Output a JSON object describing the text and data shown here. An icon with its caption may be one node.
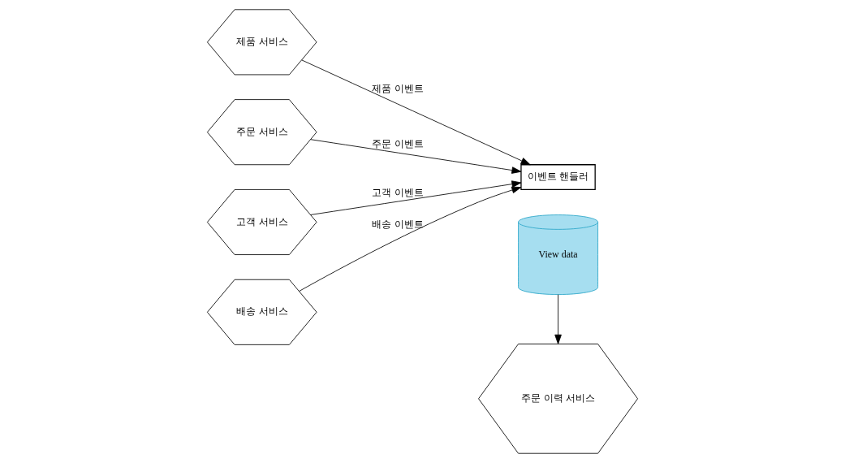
{
  "diagram": {
    "nodes": [
      {
        "text": [
          "제품 서비스"
        ]
      },
      {
        "text": [
          "주문 서비스"
        ]
      },
      {
        "text": [
          "고객 서비스"
        ]
      },
      {
        "text": [
          "배송 서비스"
        ]
      },
      {
        "text": [
          "주문 이력 서비스"
        ]
      },
      {
        "text": [
          "이벤트 핸들러"
        ]
      },
      {
        "text": [
          "View data"
        ]
      }
    ],
    "edges": [
      {
        "from": 0,
        "to": 5,
        "arrow": "to",
        "label": "제품 이벤트"
      },
      {
        "from": 1,
        "to": 5,
        "arrow": "to",
        "label": "주문 이벤트"
      },
      {
        "from": 2,
        "to": 5,
        "arrow": "to",
        "label": "고객 이벤트"
      },
      {
        "from": 3,
        "to": 5,
        "arrow": "to",
        "label": "배송 이벤트"
      },
      {
        "from": 6,
        "to": 4,
        "arrow": "to"
      }
    ]
  }
}
